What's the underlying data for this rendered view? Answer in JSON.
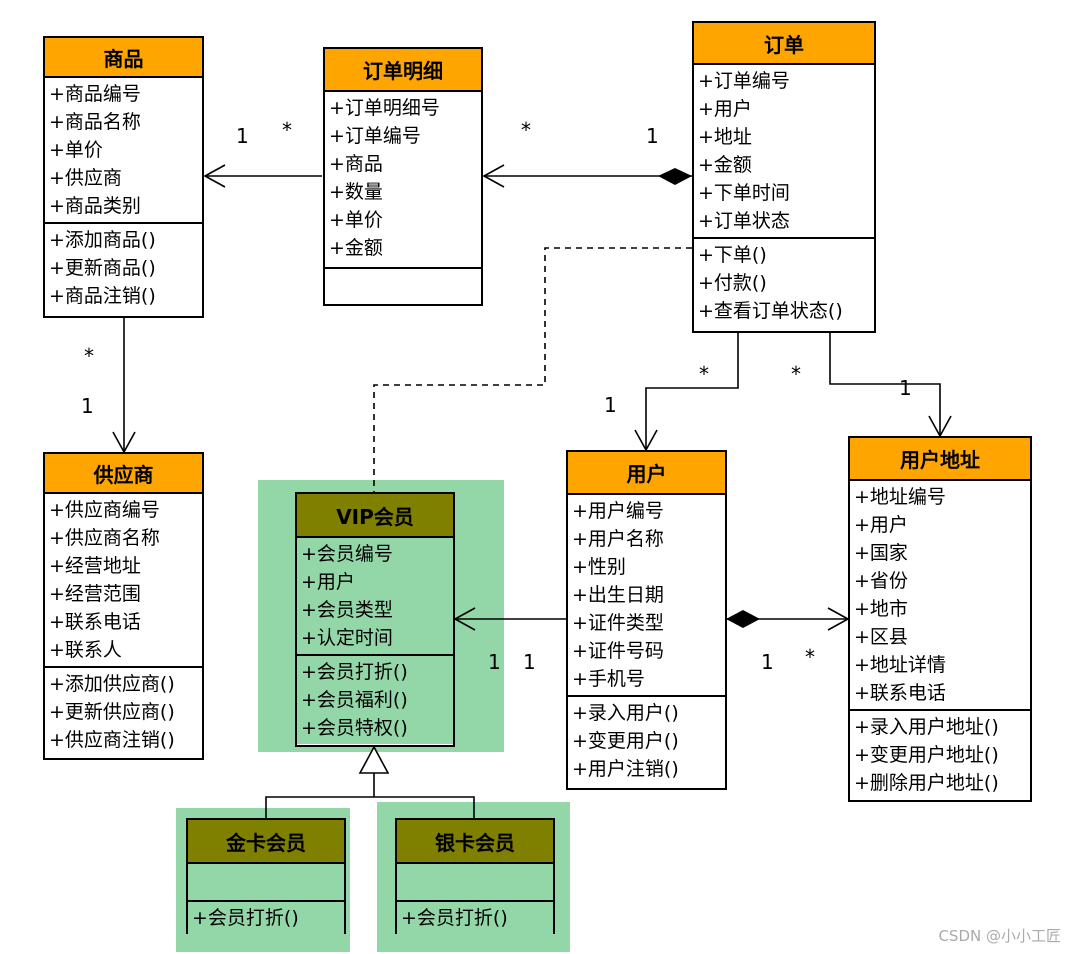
{
  "classes": {
    "product": {
      "name": "商品",
      "attributes": [
        "+商品编号",
        "+商品名称",
        "+单价",
        "+供应商",
        "+商品类别"
      ],
      "operations": [
        "+添加商品()",
        "+更新商品()",
        "+商品注销()"
      ]
    },
    "order_detail": {
      "name": "订单明细",
      "attributes": [
        "+订单明细号",
        "+订单编号",
        "+商品",
        "+数量",
        "+单价",
        "+金额"
      ],
      "operations": []
    },
    "order": {
      "name": "订单",
      "attributes": [
        "+订单编号",
        "+用户",
        "+地址",
        "+金额",
        "+下单时间",
        "+订单状态"
      ],
      "operations": [
        "+下单()",
        "+付款()",
        "+查看订单状态()"
      ]
    },
    "supplier": {
      "name": "供应商",
      "attributes": [
        "+供应商编号",
        "+供应商名称",
        "+经营地址",
        "+经营范围",
        "+联系电话",
        "+联系人"
      ],
      "operations": [
        "+添加供应商()",
        "+更新供应商()",
        "+供应商注销()"
      ]
    },
    "vip": {
      "name": "VIP会员",
      "attributes": [
        "+会员编号",
        "+用户",
        "+会员类型",
        "+认定时间"
      ],
      "operations": [
        "+会员打折()",
        "+会员福利()",
        "+会员特权()"
      ]
    },
    "user": {
      "name": "用户",
      "attributes": [
        "+用户编号",
        "+用户名称",
        "+性别",
        "+出生日期",
        "+证件类型",
        "+证件号码",
        "+手机号"
      ],
      "operations": [
        "+录入用户()",
        "+变更用户()",
        "+用户注销()"
      ]
    },
    "user_address": {
      "name": "用户地址",
      "attributes": [
        "+地址编号",
        "+用户",
        "+国家",
        "+省份",
        "+地市",
        "+区县",
        "+地址详情",
        "+联系电话"
      ],
      "operations": [
        "+录入用户地址()",
        "+变更用户地址()",
        "+删除用户地址()"
      ]
    },
    "gold": {
      "name": "金卡会员",
      "attributes": [],
      "operations": [
        "+会员打折()"
      ]
    },
    "silver": {
      "name": "银卡会员",
      "attributes": [],
      "operations": [
        "+会员打折()"
      ]
    }
  },
  "multiplicities": {
    "product_detail_near_product": "1",
    "product_detail_near_detail": "*",
    "detail_order_near_detail": "*",
    "detail_order_near_order": "1",
    "product_supplier_near_product": "*",
    "product_supplier_near_supplier": "1",
    "order_user_near_order": "*",
    "order_user_near_user": "1",
    "order_address_near_order": "*",
    "order_address_near_address": "1",
    "vip_user_near_vip": "1",
    "vip_user_near_user": "1",
    "user_address_near_user": "1",
    "user_address_near_address": "*"
  },
  "colors": {
    "orange_header": "#ffa500",
    "olive_header": "#7f7f00",
    "green_background": "#93d7a8"
  },
  "watermark": "CSDN @小小工匠"
}
